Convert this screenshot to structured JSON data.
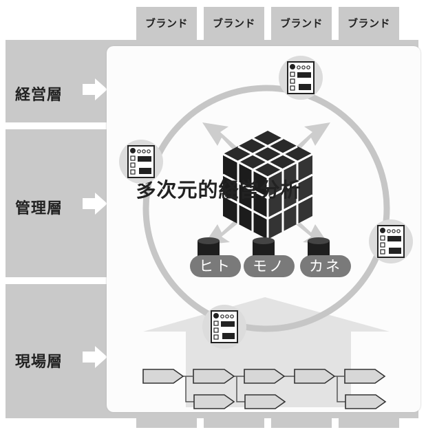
{
  "brands": [
    "ブランド",
    "ブランド",
    "ブランド",
    "ブランド"
  ],
  "layers": {
    "executive": "経営層",
    "management": "管理層",
    "frontline": "現場層"
  },
  "center_title": "多次元的経営分析",
  "resources": [
    "ヒト",
    "モノ",
    "カネ"
  ],
  "icons": {
    "cube": "cube-icon",
    "database": "database-icon",
    "report": "report-document-icon",
    "arrow": "arrow-right-icon",
    "process": "process-step-icon"
  },
  "colors": {
    "band": "#c9c9c9",
    "panel": "#fcfcfc",
    "ring": "#c6c6c6",
    "text": "#222222",
    "pill": "#7a7a7a"
  }
}
